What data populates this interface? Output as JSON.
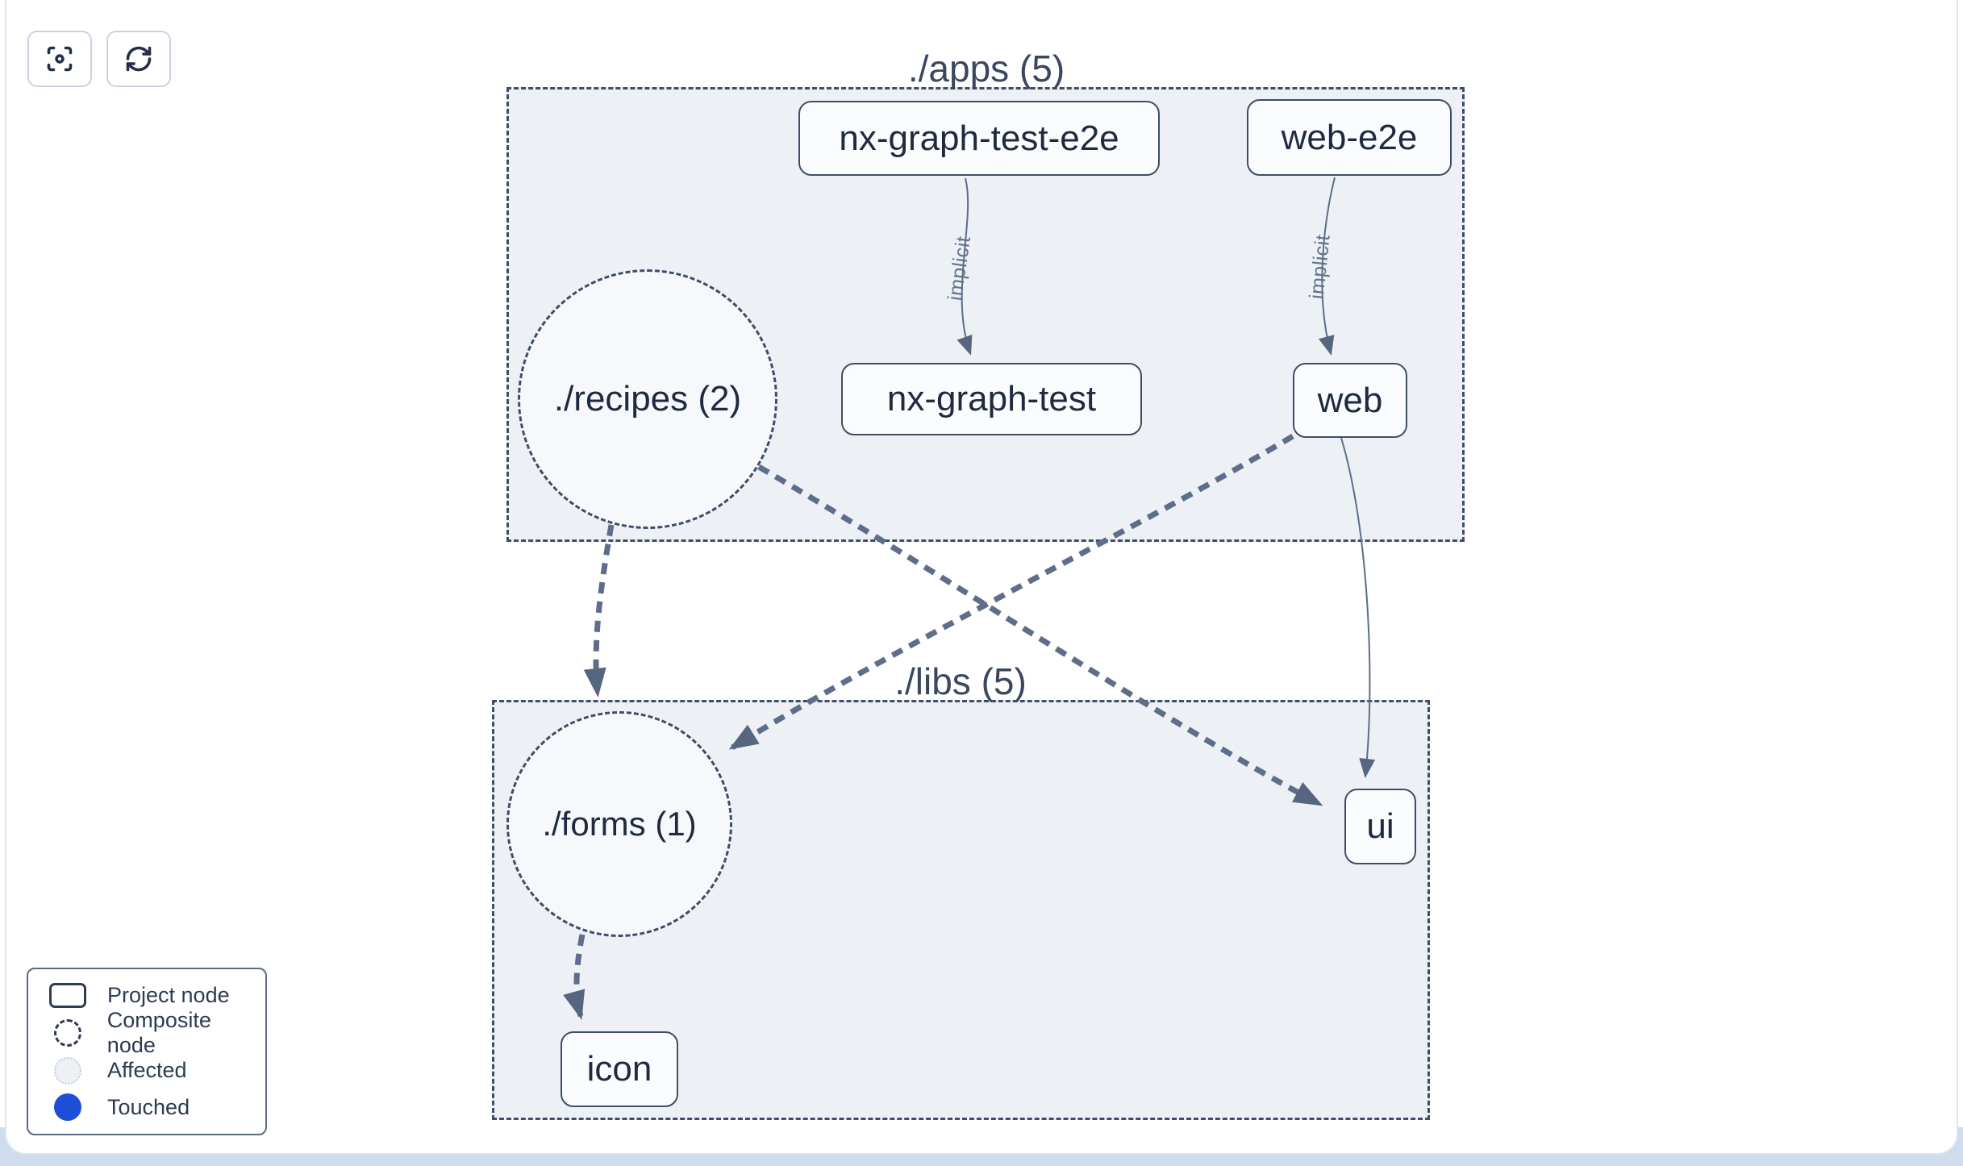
{
  "toolbar": {
    "buttons": [
      {
        "name": "focus-graph-button",
        "icon": "focus-center-icon"
      },
      {
        "name": "refresh-graph-button",
        "icon": "refresh-icon"
      }
    ]
  },
  "graph": {
    "groups": [
      {
        "id": "apps",
        "label": "./apps (5)"
      },
      {
        "id": "libs",
        "label": "./libs (5)"
      }
    ],
    "composite_nodes": [
      {
        "id": "recipes",
        "label": "./recipes (2)",
        "group": "apps"
      },
      {
        "id": "forms",
        "label": "./forms (1)",
        "group": "libs"
      }
    ],
    "project_nodes": [
      {
        "id": "nx-graph-test-e2e",
        "label": "nx-graph-test-e2e",
        "group": "apps"
      },
      {
        "id": "web-e2e",
        "label": "web-e2e",
        "group": "apps"
      },
      {
        "id": "nx-graph-test",
        "label": "nx-graph-test",
        "group": "apps"
      },
      {
        "id": "web",
        "label": "web",
        "group": "apps"
      },
      {
        "id": "ui",
        "label": "ui",
        "group": "libs"
      },
      {
        "id": "icon",
        "label": "icon",
        "group": "libs"
      }
    ],
    "edges": [
      {
        "from": "nx-graph-test-e2e",
        "to": "nx-graph-test",
        "label": "implicit",
        "style": "implicit"
      },
      {
        "from": "web-e2e",
        "to": "web",
        "label": "implicit",
        "style": "implicit"
      },
      {
        "from": "./recipes (2)",
        "to": "./forms (1)",
        "style": "aggregated-dashed"
      },
      {
        "from": "./recipes (2)",
        "to": "ui",
        "style": "aggregated-dashed"
      },
      {
        "from": "web",
        "to": "./forms (1)",
        "style": "aggregated-dashed"
      },
      {
        "from": "web",
        "to": "ui",
        "style": "direct"
      },
      {
        "from": "./forms (1)",
        "to": "icon",
        "style": "aggregated-dashed"
      }
    ]
  },
  "legend": {
    "items": [
      {
        "swatch": "project-node",
        "label": "Project node"
      },
      {
        "swatch": "composite-node",
        "label": "Composite node"
      },
      {
        "swatch": "affected",
        "label": "Affected"
      },
      {
        "swatch": "touched",
        "label": "Touched"
      }
    ]
  },
  "colors": {
    "touched": "#1d4ed8",
    "edge": "#5e6e8a",
    "node_border": "#3f4d68",
    "group_fill": "#edf1f6",
    "text": "#1f2940"
  }
}
